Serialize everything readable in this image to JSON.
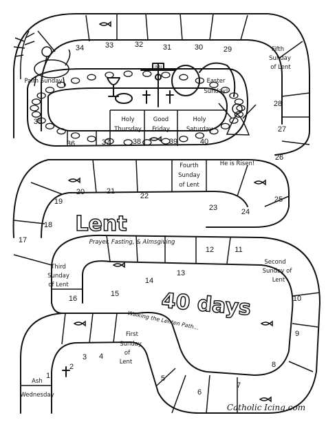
{
  "title_word": "Lent",
  "subtitle": "Prayer, Fasting, & Almsgiving",
  "days_word": "40 days",
  "path_caption": "Walking the Lenten Path...",
  "credit": "Catholic Icing.com",
  "scene_labels": {
    "palm_sunday": "Palm Sunday",
    "easter": [
      "Easter",
      "Sunday!"
    ],
    "risen": "He is Risen!",
    "cross_inscription": "INRI"
  },
  "icons": [
    "fish-icon",
    "cross-icon",
    "palm-icon",
    "chalice-icon",
    "bread-icon",
    "tomb-icon",
    "crucifix-icon",
    "jesus-on-donkey-icon",
    "risen-jesus-icon"
  ],
  "squares": [
    {
      "id": "1",
      "lines": [
        "Ash",
        "Wednesday"
      ],
      "num": "1"
    },
    {
      "id": "2",
      "num": "2"
    },
    {
      "id": "3",
      "num": "3"
    },
    {
      "id": "4",
      "num": "4"
    },
    {
      "id": "first",
      "lines": [
        "First",
        "Sunday",
        "of",
        "Lent"
      ]
    },
    {
      "id": "5",
      "num": "5"
    },
    {
      "id": "6",
      "num": "6"
    },
    {
      "id": "7",
      "num": "7"
    },
    {
      "id": "8",
      "num": "8"
    },
    {
      "id": "9",
      "num": "9"
    },
    {
      "id": "10",
      "num": "10"
    },
    {
      "id": "second",
      "lines": [
        "Second",
        "Sunday of",
        "Lent"
      ]
    },
    {
      "id": "11",
      "num": "11"
    },
    {
      "id": "12",
      "num": "12"
    },
    {
      "id": "13",
      "num": "13"
    },
    {
      "id": "14",
      "num": "14"
    },
    {
      "id": "15",
      "num": "15"
    },
    {
      "id": "16",
      "num": "16"
    },
    {
      "id": "third",
      "lines": [
        "Third",
        "Sunday",
        "of Lent"
      ]
    },
    {
      "id": "17",
      "num": "17"
    },
    {
      "id": "18",
      "num": "18"
    },
    {
      "id": "19",
      "num": "19"
    },
    {
      "id": "20",
      "num": "20"
    },
    {
      "id": "21",
      "num": "21"
    },
    {
      "id": "22",
      "num": "22"
    },
    {
      "id": "fourth",
      "lines": [
        "Fourth",
        "Sunday",
        "of Lent"
      ]
    },
    {
      "id": "23",
      "num": "23"
    },
    {
      "id": "24",
      "num": "24"
    },
    {
      "id": "25",
      "num": "25"
    },
    {
      "id": "26",
      "num": "26"
    },
    {
      "id": "27",
      "num": "27"
    },
    {
      "id": "28",
      "num": "28"
    },
    {
      "id": "fifth",
      "lines": [
        "Fifth",
        "Sunday",
        "of Lent"
      ]
    },
    {
      "id": "29",
      "num": "29"
    },
    {
      "id": "30",
      "num": "30"
    },
    {
      "id": "31",
      "num": "31"
    },
    {
      "id": "32",
      "num": "32"
    },
    {
      "id": "33",
      "num": "33"
    },
    {
      "id": "34",
      "num": "34"
    },
    {
      "id": "35",
      "num": "35"
    },
    {
      "id": "36",
      "num": "36"
    },
    {
      "id": "37",
      "num": "37"
    },
    {
      "id": "38",
      "lines": [
        "Holy",
        "Thursday"
      ],
      "num": "38"
    },
    {
      "id": "39",
      "lines": [
        "Good",
        "Friday"
      ],
      "num": "39"
    },
    {
      "id": "40",
      "lines": [
        "Holy",
        "Saturday"
      ],
      "num": "40"
    }
  ]
}
